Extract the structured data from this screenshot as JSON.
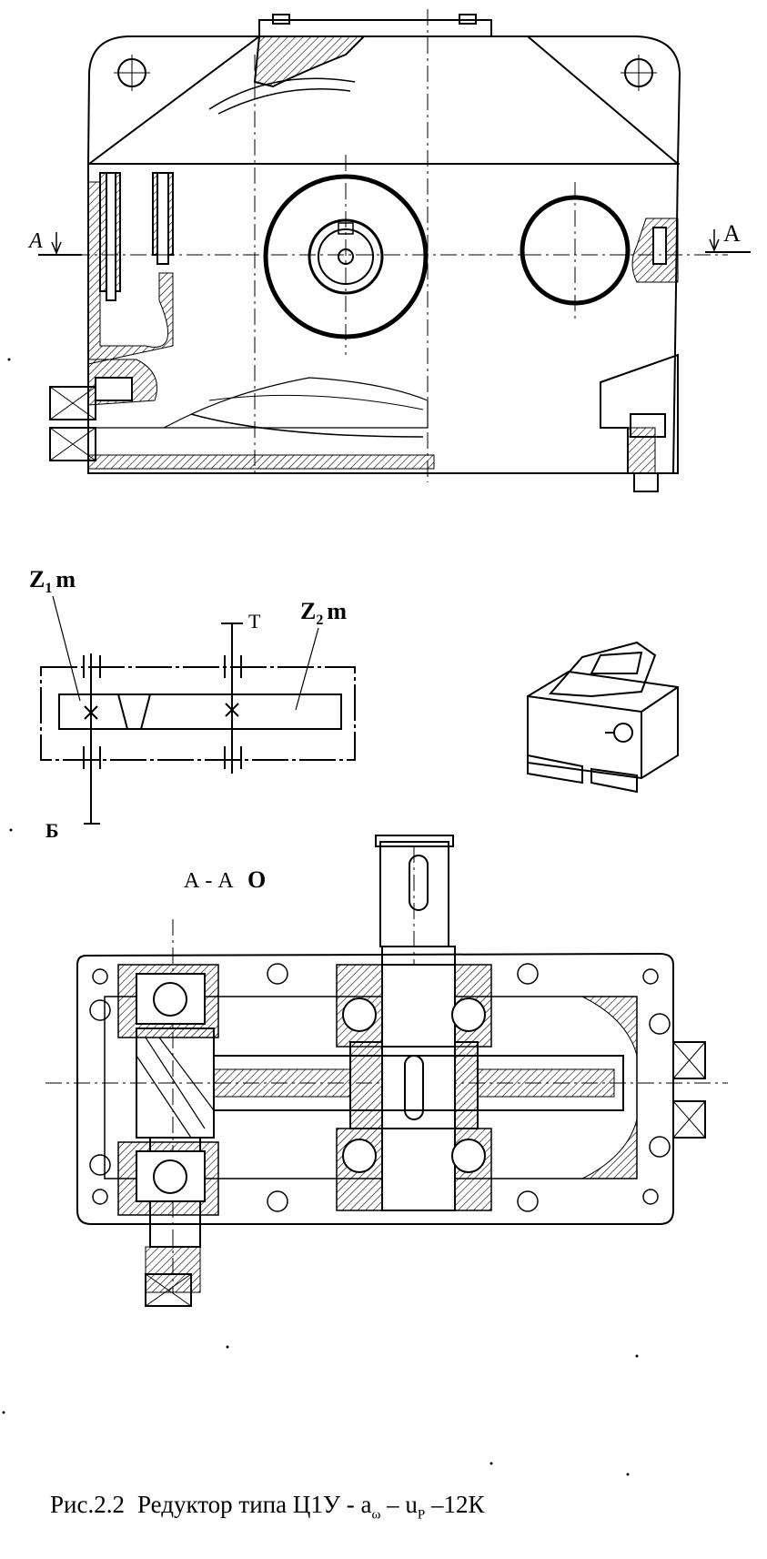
{
  "drawing": {
    "section_mark": "А",
    "section_label": "А - А",
    "section_sym": "О",
    "z1": "Z",
    "z1_sub": "1",
    "z2": "Z",
    "z2_sub": "2",
    "m": "m",
    "t_label": "Т",
    "b_label": "Б"
  },
  "caption": {
    "fig_num": "Рис.2.2",
    "title": "Редуктор типа Ц1У - a",
    "sub1": "ω",
    "mid": " – u",
    "sub2": "Р",
    "tail": " –12К"
  },
  "colors": {
    "ink": "#000000",
    "paper": "#ffffff"
  }
}
